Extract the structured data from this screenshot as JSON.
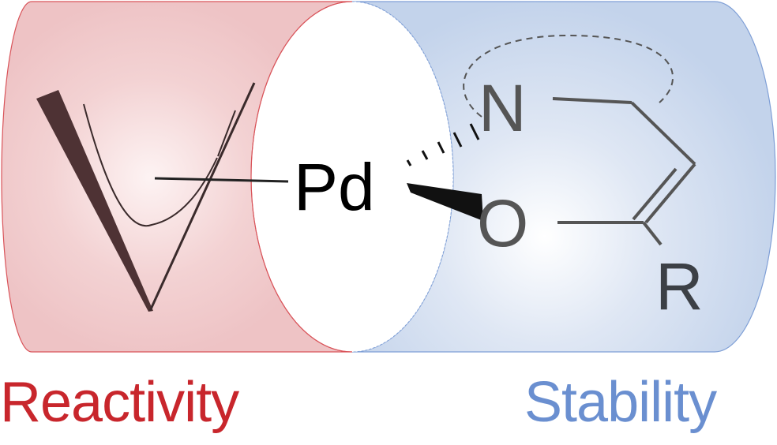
{
  "labels": {
    "left": "Reactivity",
    "right": "Stability"
  },
  "atoms": {
    "metal": "Pd",
    "nitrogen": "N",
    "oxygen": "O",
    "substituent": "R"
  },
  "colors": {
    "reactivity": "#c8262c",
    "stability": "#6a8fd0",
    "red_fill": "#efc4c6",
    "blue_fill": "#c6d5ec"
  }
}
